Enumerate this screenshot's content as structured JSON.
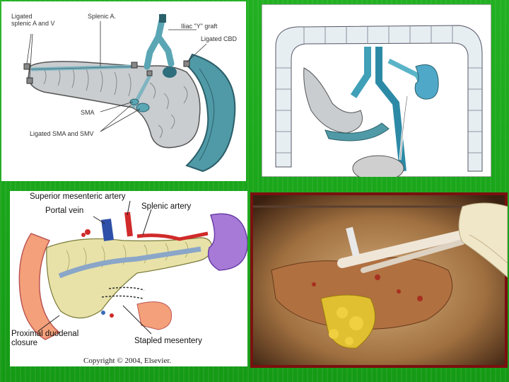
{
  "slide": {
    "background_color": "#1fae1f",
    "photo_border_color": "#b01010"
  },
  "panel_top_left": {
    "labels": {
      "ligated_splenic": "Ligated\nsplenic A and V",
      "splenic_a": "Splenic A.",
      "iliac_graft": "Iliac \"Y\" graft",
      "ligated_cbd": "Ligated CBD",
      "sma": "SMA",
      "ligated_sma_smv": "Ligated SMA and SMV"
    }
  },
  "panel_bottom_left": {
    "labels": {
      "superior_mesenteric_artery": "Superior mesenteric artery",
      "portal_vein": "Portal vein",
      "splenic_artery": "Splenic artery",
      "proximal_duodenal_closure": "Proximal duodenal\nclosure",
      "stapled_mesentery": "Stapled mesentery"
    },
    "copyright": "Copyright © 2004, Elsevier."
  }
}
